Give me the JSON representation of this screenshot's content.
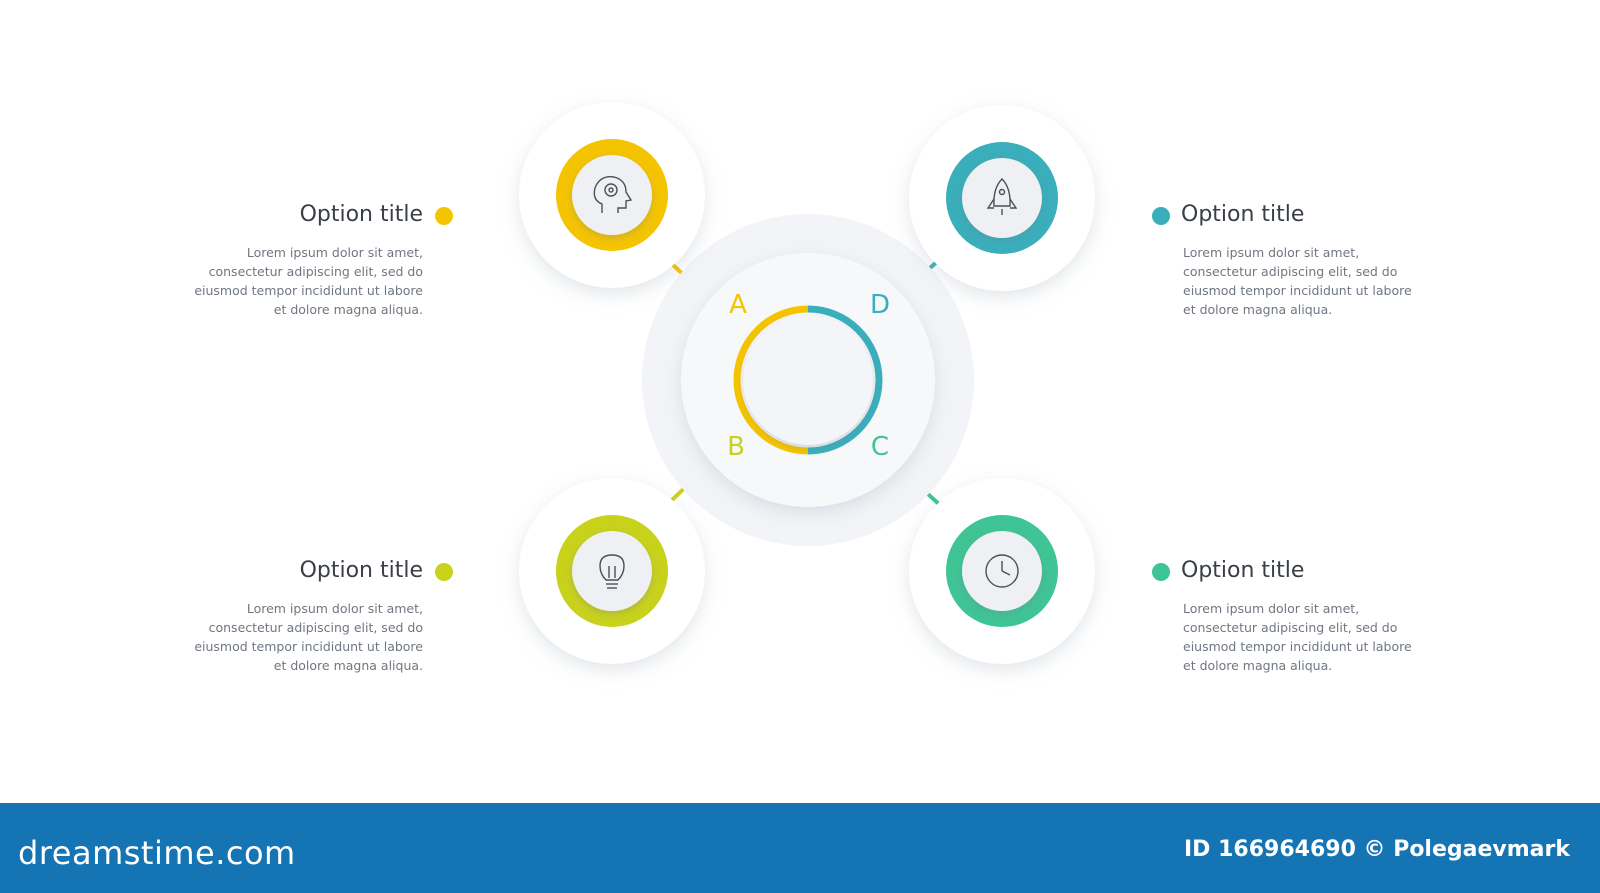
{
  "options": [
    {
      "letter": "A",
      "title": "Option title",
      "body": "Lorem ipsum dolor sit amet, consectetur adipiscing elit, sed do eiusmod tempor incididunt ut labore et dolore magna aliqua.",
      "color": "#f5c400",
      "icon": "head-gear-icon"
    },
    {
      "letter": "B",
      "title": "Option title",
      "body": "Lorem ipsum dolor sit amet, consectetur adipiscing elit, sed do eiusmod tempor incididunt ut labore et dolore magna aliqua.",
      "color": "#c9d21b",
      "icon": "light-bulb-icon"
    },
    {
      "letter": "C",
      "title": "Option title",
      "body": "Lorem ipsum dolor sit amet, consectetur adipiscing elit, sed do eiusmod tempor incididunt ut labore et dolore magna aliqua.",
      "color": "#3fc495",
      "icon": "clock-icon"
    },
    {
      "letter": "D",
      "title": "Option title",
      "body": "Lorem ipsum dolor sit amet, consectetur adipiscing elit, sed do eiusmod tempor incididunt ut labore et dolore magna aliqua.",
      "color": "#3aaebb",
      "icon": "rocket-icon"
    }
  ],
  "footer": {
    "brand": "dreamstime.com",
    "credit": "ID 166964690 © Polegaevmark",
    "background": "#1574b4"
  }
}
